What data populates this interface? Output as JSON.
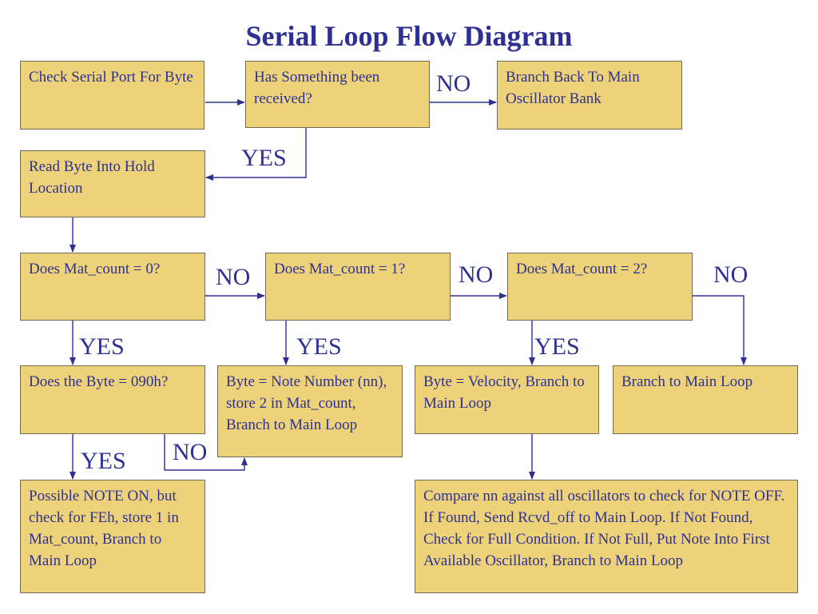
{
  "title": "Serial Loop Flow Diagram",
  "boxes": {
    "check_serial": "Check Serial Port For Byte",
    "has_received": "Has Something been received?",
    "branch_back": "Branch Back To Main Oscillator Bank",
    "read_byte": "Read Byte Into Hold Location",
    "mat0": "Does Mat_count = 0?",
    "mat1": "Does Mat_count = 1?",
    "mat2": "Does Mat_count = 2?",
    "byte090": "Does the Byte = 090h?",
    "note_number": "Byte = Note Number (nn), store 2 in Mat_count, Branch to Main Loop",
    "velocity": "Byte = Velocity, Branch to Main Loop",
    "branch_main": "Branch to Main Loop",
    "note_on": "Possible NOTE ON, but check for FEh, store 1 in Mat_count, Branch to Main Loop",
    "compare": "Compare nn against all oscillators to check for NOTE OFF.  If Found, Send Rcvd_off to Main Loop.  If Not Found, Check for Full Condition.  If Not Full, Put Note Into First Available Oscillator, Branch to Main Loop"
  },
  "labels": {
    "no_received": "NO",
    "yes_received": "YES",
    "no_mat0": "NO",
    "no_mat1": "NO",
    "no_mat2": "NO",
    "yes_mat0": "YES",
    "yes_mat1": "YES",
    "yes_mat2": "YES",
    "yes_byte090": "YES",
    "no_byte090": "NO"
  }
}
